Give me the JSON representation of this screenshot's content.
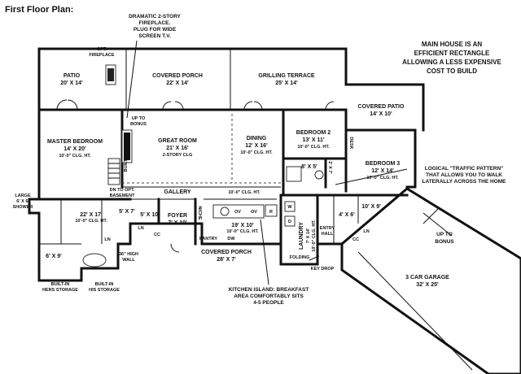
{
  "title": "First Floor Plan:",
  "note": {
    "line1": "MAIN HOUSE IS AN",
    "line2": "EFFICIENT RECTANGLE",
    "line3": "ALLOWING A LESS EXPENSIVE",
    "line4": "COST TO BUILD"
  },
  "fireplace_callout": {
    "line1": "DRAMATIC 2-STORY",
    "line2": "FIREPLACE.",
    "line3": "PLUG FOR WIDE",
    "line4": "SCREEN T.V."
  },
  "traffic_callout": {
    "line1": "LOGICAL \"TRAFFIC PATTERN\"",
    "line2": "THAT ALLOWS YOU TO WALK",
    "line3": "LATERALLY ACROSS THE HOME"
  },
  "island_callout": {
    "line1": "KITCHEN ISLAND: BREAKFAST",
    "line2": "AREA COMFORTABLY SITS",
    "line3": "4-5 PEOPLE"
  },
  "rooms": {
    "patio": {
      "name": "PATIO",
      "dim": "20' X 14'"
    },
    "opt_fireplace": {
      "line1": "OPT.",
      "line2": "FIREPLACE"
    },
    "covered_porch_rear": {
      "name": "COVERED PORCH",
      "dim": "22' X 14'"
    },
    "grilling_terrace": {
      "name": "GRILLING TERRACE",
      "dim": "25' X 14'"
    },
    "covered_patio": {
      "name": "COVERED PATIO",
      "dim": "14' X 10'"
    },
    "master_bedroom": {
      "name": "MASTER BEDROOM",
      "dim": "14' X 20'",
      "ceiling": "10'-0\" CLG. HT."
    },
    "great_room": {
      "name": "GREAT ROOM",
      "dim": "21' X 16'",
      "ceiling": "2-STORY CLG"
    },
    "dining": {
      "name": "DINING",
      "dim": "12' X 16'",
      "ceiling": "10'-0\" CLG. HT."
    },
    "bedroom2": {
      "name": "BEDROOM 2",
      "dim": "13' X 11'",
      "ceiling": "10'-0\" CLG. HT."
    },
    "bedroom3": {
      "name": "BEDROOM 3",
      "dim": "12' X 14'",
      "ceiling": "10'-0\" CLG. HT."
    },
    "bath_8x5": {
      "dim": "8' X 5'"
    },
    "desk": {
      "name": "DESK"
    },
    "closet_2x7": {
      "dim": "2' X 7'"
    },
    "up_to_bonus": {
      "line1": "UP TO",
      "line2": "BONUS"
    },
    "built_in": {
      "name": "BUILT-IN"
    },
    "dn_opt_basement": {
      "line1": "DN TO OPT.",
      "line2": "BASEMENT"
    },
    "gallery": {
      "name": "GALLERY"
    },
    "gallery_ceiling": {
      "ceiling": "10'-0\" CLG. HT."
    },
    "shower": {
      "line1": "LARGE",
      "line2": "6' X 6'",
      "line3": "SHOWER"
    },
    "master_bath": {
      "dim": "22' X 17'",
      "ceiling": "10'-0\" CLG. HT."
    },
    "closet_6x9": {
      "dim": "6' X 9'"
    },
    "ln_master": {
      "name": "LN"
    },
    "hall_5x7": {
      "dim": "5' X 7'"
    },
    "ln_hall": {
      "name": "LN"
    },
    "study_5x10": {
      "dim": "5' X 10'"
    },
    "cc_foyer": {
      "name": "CC"
    },
    "foyer": {
      "name": "FOYER",
      "dim": "7' X 10'"
    },
    "niche": {
      "name": "NICHE"
    },
    "pantry": {
      "name": "PANTRY"
    },
    "kitchen": {
      "dim": "19' X 10'",
      "ceiling": "10'-0\" CLG. HT."
    },
    "dw": {
      "name": "DW"
    },
    "ov1": {
      "name": "OV"
    },
    "ov2": {
      "name": "OV"
    },
    "ref": {
      "name": "R"
    },
    "washer": {
      "name": "W"
    },
    "dryer": {
      "name": "D"
    },
    "laundry": {
      "name": "LAUNDRY",
      "dim": "7' X 14'",
      "ceiling": "10'-0\" CLG. HT."
    },
    "folding": {
      "name": "FOLDING"
    },
    "entry_hall": {
      "line1": "ENTRY",
      "line2": "HALL"
    },
    "closet_4x6": {
      "dim": "4' X 6'"
    },
    "closet_10x9": {
      "dim": "10' X 9'"
    },
    "ln_bed3": {
      "name": "LN"
    },
    "cc_garage": {
      "name": "CC"
    },
    "covered_porch_front": {
      "name": "COVERED PORCH",
      "dim": "28' X 7'"
    },
    "high_wall": {
      "line1": "36\" HIGH",
      "line2": "WALL"
    },
    "hers_storage": {
      "line1": "BUILT-IN",
      "line2": "HERS STORAGE"
    },
    "his_storage": {
      "line1": "BUILT-IN",
      "line2": "HIS STORAGE"
    },
    "key_drop": {
      "name": "KEY DROP"
    },
    "garage": {
      "name": "3 CAR GARAGE",
      "dim": "32' X 25'"
    },
    "garage_up_bonus": {
      "line1": "UP TO",
      "line2": "BONUS"
    }
  },
  "colors": {
    "ink": "#111111",
    "paper": "#ffffff"
  }
}
